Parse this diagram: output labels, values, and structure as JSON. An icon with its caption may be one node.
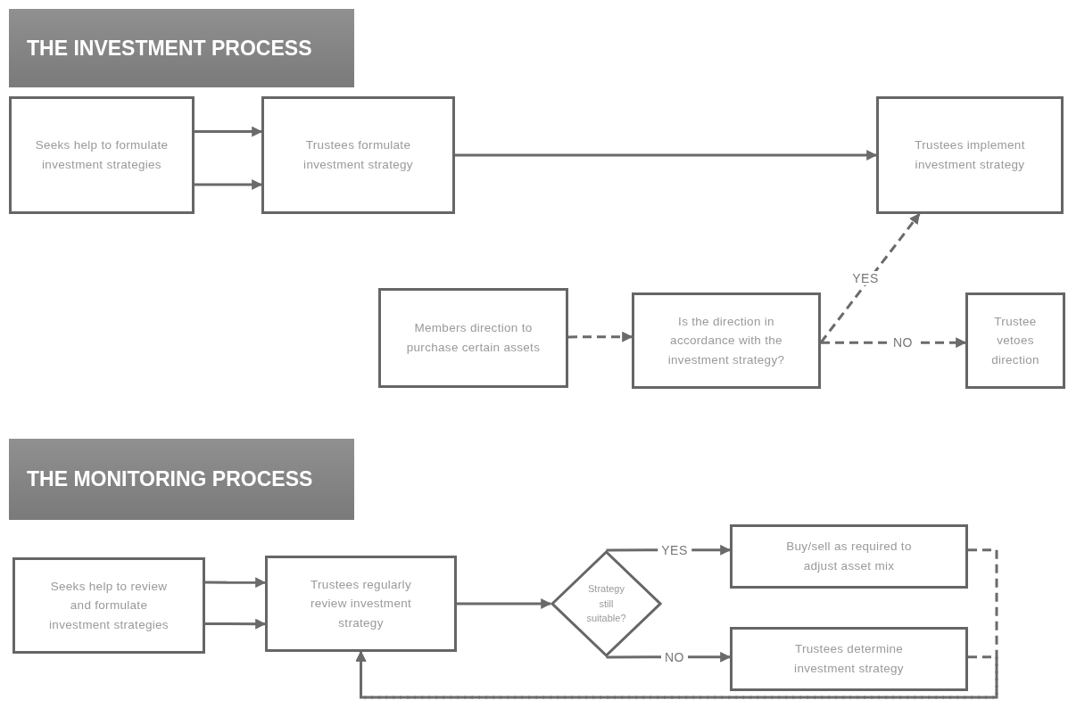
{
  "diagram": {
    "nodes": [
      {
        "text": [
          "THE INVESTMENT PROCESS"
        ]
      },
      {
        "text": [
          "Seeks help to formulate investment strategies"
        ]
      },
      {
        "text": [
          "Trustees formulate investment strategy"
        ]
      },
      {
        "text": [
          "Trustees implement investment strategy"
        ]
      },
      {
        "text": [
          "Members direction to purchase certain assets"
        ]
      },
      {
        "text": [
          "Is the direction in accordance with the investment strategy?"
        ]
      },
      {
        "text": [
          "Trustee vetoes direction"
        ]
      },
      {
        "text": [
          "THE MONITORING PROCESS"
        ]
      },
      {
        "text": [
          "Seeks help to review and formulate investment strategies"
        ]
      },
      {
        "text": [
          "Trustees regularly review investment strategy"
        ]
      },
      {
        "text": [
          "Strategy still suitable?"
        ]
      },
      {
        "text": [
          "Buy/sell as required to adjust asset mix"
        ]
      },
      {
        "text": [
          "Trustees determine investment strategy"
        ]
      }
    ],
    "edges": [
      {
        "from": 1,
        "to": 2,
        "arrow": "to"
      },
      {
        "from": 1,
        "to": 2,
        "arrow": "to"
      },
      {
        "from": 2,
        "to": 3,
        "arrow": "to"
      },
      {
        "from": 4,
        "to": 5,
        "arrow": "to",
        "style": "dashed"
      },
      {
        "from": 5,
        "to": 3,
        "arrow": "to",
        "style": "dashed",
        "label": "YES"
      },
      {
        "from": 5,
        "to": 6,
        "arrow": "to",
        "style": "dashed",
        "label": "NO"
      },
      {
        "from": 8,
        "to": 9,
        "arrow": "to"
      },
      {
        "from": 8,
        "to": 9,
        "arrow": "to"
      },
      {
        "from": 9,
        "to": 10,
        "arrow": "to"
      },
      {
        "from": 10,
        "to": 11,
        "arrow": "to",
        "label": "YES"
      },
      {
        "from": 10,
        "to": 12,
        "arrow": "to",
        "label": "NO"
      },
      {
        "from": 11,
        "to": 9,
        "arrow": "to",
        "style": "dashed"
      },
      {
        "from": 12,
        "to": 9,
        "arrow": "to",
        "style": "dashed"
      }
    ]
  }
}
